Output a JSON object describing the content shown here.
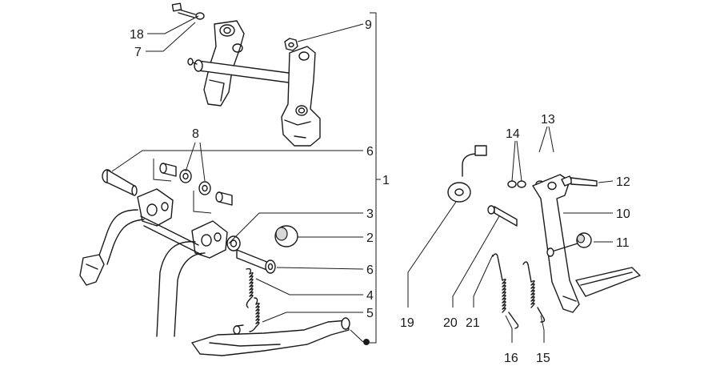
{
  "diagram": {
    "type": "exploded-parts",
    "callouts": {
      "c1": "1",
      "c2": "2",
      "c3": "3",
      "c4": "4",
      "c5": "5",
      "c6a": "6",
      "c6b": "6",
      "c7": "7",
      "c8": "8",
      "c9": "9",
      "c10": "10",
      "c11": "11",
      "c12": "12",
      "c13": "13",
      "c14": "14",
      "c15": "15",
      "c16": "16",
      "c18": "18",
      "c19": "19",
      "c20": "20",
      "c21": "21"
    },
    "colors": {
      "ink": "#1a1a1a",
      "background": "#ffffff",
      "shade": "#d8d8d8"
    }
  }
}
